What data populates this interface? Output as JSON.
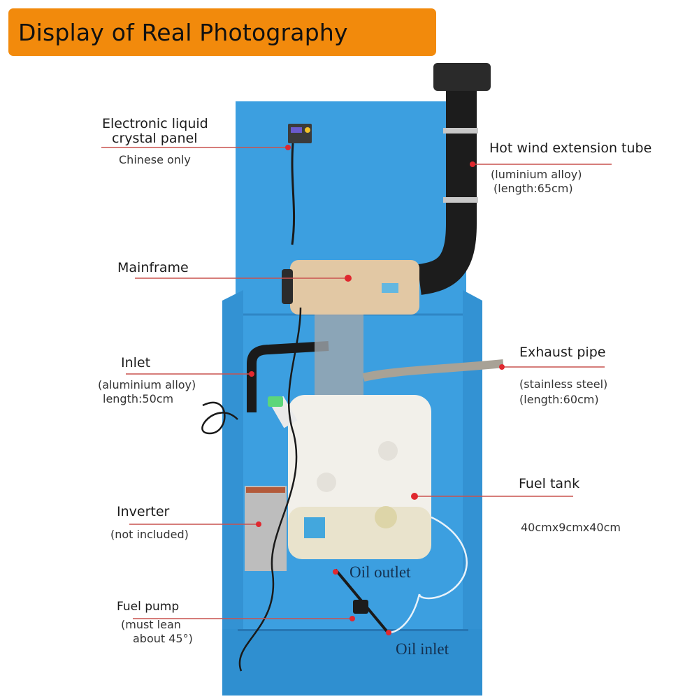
{
  "banner": {
    "title": "Display of Real Photography",
    "color": "#f28a0c"
  },
  "labels": {
    "lcd": {
      "title_line1": "Electronic liquid",
      "title_line2": "crystal panel",
      "note": "Chinese only"
    },
    "hot_wind_tube": {
      "title": "Hot wind extension tube",
      "material": "(luminium alloy)",
      "length": "(length:65cm)"
    },
    "mainframe": {
      "title": "Mainframe"
    },
    "inlet": {
      "title": "Inlet",
      "material": "(aluminium alloy)",
      "length": "length:50cm"
    },
    "exhaust_pipe": {
      "title": "Exhaust pipe",
      "material": "(stainless steel)",
      "length": "(length:60cm)"
    },
    "fuel_tank": {
      "title": "Fuel tank",
      "size": "40cmx9cmx40cm"
    },
    "inverter": {
      "title": "Inverter",
      "note": "(not included)"
    },
    "fuel_pump": {
      "title": "Fuel pump",
      "note_line1": "(must lean",
      "note_line2": "about 45°)"
    },
    "oil_outlet": {
      "title": "Oil outlet"
    },
    "oil_inlet": {
      "title": "Oil inlet"
    }
  },
  "colors": {
    "stand_blue": "#3a9ad9",
    "leader_line": "#c9524f",
    "marker_red": "#e0282f"
  }
}
